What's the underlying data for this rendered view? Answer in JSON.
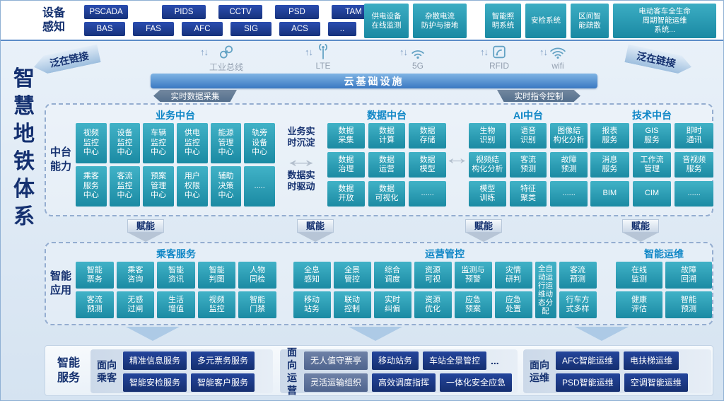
{
  "colors": {
    "navy_box": "#1c3a8c",
    "teal_box": "#2397ae",
    "heading_blue": "#0e86c6",
    "dark_navy_text": "#14306f",
    "cloud_blue": "#3a78c2"
  },
  "system_title": "智慧地铁体系",
  "device_perception": {
    "label": "设备感知",
    "row1": [
      "PSCADA",
      "PIDS",
      "CCTV",
      "PSD",
      "TAM"
    ],
    "row2": [
      "BAS",
      "FAS",
      "AFC",
      "SIG",
      "ACS",
      ".."
    ],
    "teal_boxes": [
      "供电设备\n在线监测",
      "杂散电流\n防护与接地",
      "智能照\n明系统",
      "安检系统",
      "区间智\n能疏散",
      "电动客车全生命\n周期智能运维\n系统..."
    ]
  },
  "ubiquitous_links": {
    "left": "泛在链接",
    "right": "泛在链接"
  },
  "connectivity": [
    {
      "label": "工业总线"
    },
    {
      "label": "LTE"
    },
    {
      "label": "5G"
    },
    {
      "label": "RFID"
    },
    {
      "label": "wifi"
    }
  ],
  "cloud_bar": "云基础设施",
  "flow_banners": {
    "left": "实时数据采集",
    "right": "实时指令控制"
  },
  "platform": {
    "label": "中台能力",
    "business": {
      "title": "业务中台",
      "cells": [
        "视频\n监控\n中心",
        "设备\n监控\n中心",
        "车辆\n监控\n中心",
        "供电\n监控\n中心",
        "能源\n管理\n中心",
        "轨旁\n设备\n中心",
        "乘客\n服务\n中心",
        "客流\n监控\n中心",
        "预案\n管理\n中心",
        "用户\n权限\n中心",
        "辅助\n决策\n中心",
        "....."
      ]
    },
    "exchange": {
      "top": "业务实\n时沉淀",
      "bottom": "数据实\n时驱动"
    },
    "data": {
      "title": "数据中台",
      "cells": [
        "数据\n采集",
        "数据\n计算",
        "数据\n存储",
        "数据\n治理",
        "数据\n运营",
        "数据\n模型",
        "数据\n开放",
        "数据\n可视化",
        "......"
      ]
    },
    "ai": {
      "title": "AI中台",
      "cells": [
        "生物\n识别",
        "语音\n识别",
        "图像结\n构化分析",
        "视频结\n构化分析",
        "客流\n预测",
        "故障\n预测",
        "模型\n训练",
        "特征\n聚类",
        "......"
      ]
    },
    "tech": {
      "title": "技术中台",
      "cells": [
        "报表\n服务",
        "GIS\n服务",
        "即时\n通讯",
        "消息\n服务",
        "工作流\n管理",
        "音视频\n服务",
        "BIM",
        "CIM",
        "......"
      ]
    }
  },
  "empower": "赋能",
  "applications": {
    "label": "智能应用",
    "passenger": {
      "title": "乘客服务",
      "cells": [
        "智能\n票务",
        "乘客\n咨询",
        "智能\n资讯",
        "智能\n判图",
        "人物\n同检",
        "客流\n预测",
        "无感\n过闸",
        "生活\n增值",
        "视频\n监控",
        "智能\n门禁"
      ]
    },
    "operation": {
      "title": "运营管控",
      "cols": [
        {
          "top": "全息\n感知",
          "bottom": "移动\n站务"
        },
        {
          "top": "全景\n管控",
          "bottom": "联动\n控制"
        },
        {
          "top": "综合\n调度",
          "bottom": "实时\n纠偏"
        },
        {
          "top": "资源\n可视",
          "bottom": "资源\n优化"
        },
        {
          "top": "监测与\n预警",
          "bottom": "应急\n预案"
        },
        {
          "top": "灾情\n研判",
          "bottom": "应急\n处置"
        }
      ],
      "tall": "全自动运行运维动态分配",
      "last": {
        "top": "客流\n预测",
        "bottom": "行车方\n式多样"
      }
    },
    "maintenance": {
      "title": "智能运维",
      "cells": [
        "在线\n监测",
        "故障\n回溯",
        "健康\n评估",
        "智能\n预测"
      ]
    }
  },
  "services": {
    "label": "智能服务",
    "groups": [
      {
        "title": "面向乘客",
        "items": [
          "精准信息服务",
          "多元票务服务",
          "智能安检服务",
          "智能客户服务"
        ]
      },
      {
        "title": "面向运营",
        "items": [
          "无人值守票亭",
          "移动站务",
          "车站全景管控",
          "灵活运输组织",
          "高效调度指挥",
          "一体化安全应急"
        ],
        "more": "..."
      },
      {
        "title": "面向运维",
        "items": [
          "AFC智能运维",
          "电扶梯运维",
          "PSD智能运维",
          "空调智能运维"
        ]
      }
    ]
  }
}
